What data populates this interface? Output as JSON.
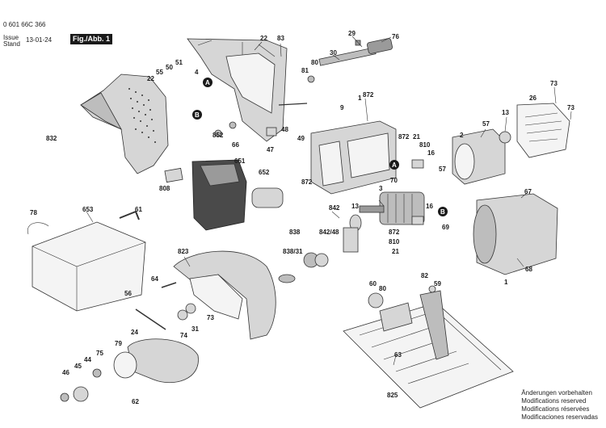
{
  "header": {
    "doc_number": "0 601 66C 366",
    "issue_label": "Issue",
    "stand_label": "Stand",
    "issue_date": "13-01-24",
    "figure_label": "Fig./Abb. 1"
  },
  "rights_notice": [
    "Änderungen vorbehalten",
    "Modifications reserved",
    "Modifications réservées",
    "Modificaciones reservadas"
  ],
  "connectors": [
    "A",
    "B",
    "A",
    "B"
  ],
  "part_labels": [
    "22",
    "83",
    "29",
    "76",
    "30",
    "80",
    "81",
    "73",
    "26",
    "73",
    "55",
    "50",
    "51",
    "4",
    "22",
    "872",
    "9",
    "1",
    "13",
    "2",
    "57",
    "852",
    "66",
    "48",
    "47",
    "49",
    "872",
    "21",
    "810",
    "16",
    "832",
    "651",
    "652",
    "808",
    "70",
    "57",
    "3",
    "13",
    "872",
    "16",
    "67",
    "653",
    "61",
    "78",
    "842",
    "838",
    "842/48",
    "838/31",
    "872",
    "810",
    "69",
    "21",
    "823",
    "64",
    "56",
    "74",
    "31",
    "73",
    "68",
    "1",
    "24",
    "79",
    "75",
    "44",
    "45",
    "46",
    "62",
    "60",
    "80",
    "82",
    "59",
    "63",
    "825"
  ]
}
